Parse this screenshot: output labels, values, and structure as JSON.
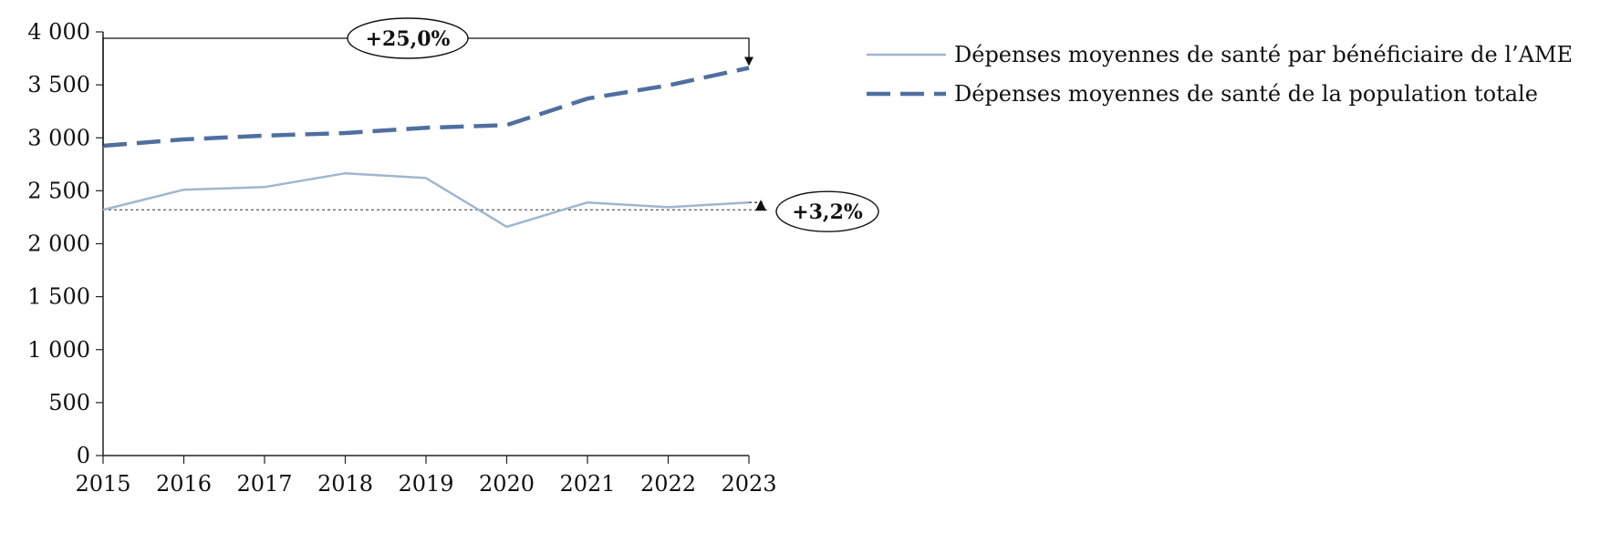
{
  "chart_data": {
    "type": "line",
    "x": [
      2015,
      2016,
      2017,
      2018,
      2019,
      2020,
      2021,
      2022,
      2023
    ],
    "series": [
      {
        "name": "Dépenses moyennes de santé par bénéficiaire de l’AME",
        "values": [
          2320,
          2510,
          2535,
          2665,
          2620,
          2160,
          2390,
          2345,
          2390
        ],
        "color": "#9fb6cf",
        "style": "solid"
      },
      {
        "name": "Dépenses moyennes de santé de la population totale",
        "values": [
          2925,
          2985,
          3020,
          3045,
          3095,
          3120,
          3370,
          3495,
          3660
        ],
        "color": "#4f6fa0",
        "style": "dashed"
      }
    ],
    "ylim": [
      0,
      4000
    ],
    "yticks": [
      {
        "value": 0,
        "label": "0"
      },
      {
        "value": 500,
        "label": "500"
      },
      {
        "value": 1000,
        "label": "1 000"
      },
      {
        "value": 1500,
        "label": "1 500"
      },
      {
        "value": 2000,
        "label": "2 000"
      },
      {
        "value": 2500,
        "label": "2 500"
      },
      {
        "value": 3000,
        "label": "3 000"
      },
      {
        "value": 3500,
        "label": "3 500"
      },
      {
        "value": 4000,
        "label": "4 000"
      }
    ],
    "xticks": [
      "2015",
      "2016",
      "2017",
      "2018",
      "2019",
      "2020",
      "2021",
      "2022",
      "2023"
    ],
    "grid": false,
    "legend_position": "top-right",
    "annotations": [
      {
        "label": "+25,0%",
        "from_year": 2015,
        "to_year": 2023,
        "series": 1
      },
      {
        "label": "+3,2%",
        "from_year": 2015,
        "to_year": 2023,
        "series": 0
      }
    ]
  }
}
